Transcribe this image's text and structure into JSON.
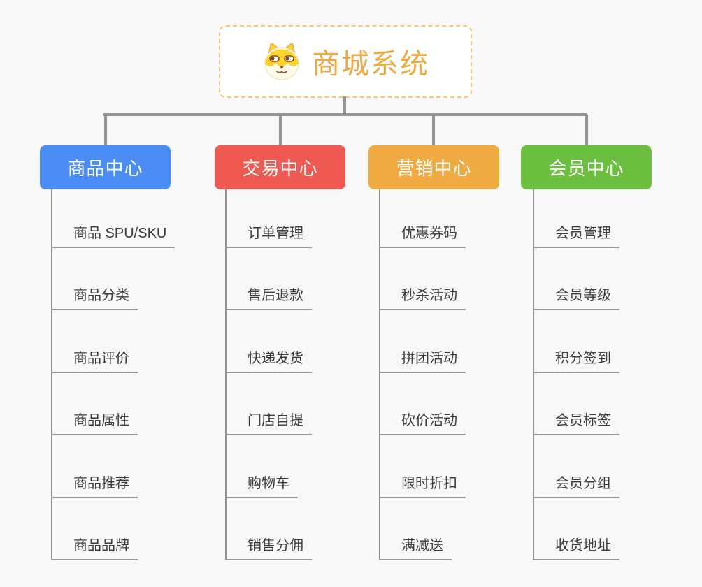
{
  "background": "#f8f8f8",
  "connector_color": "#949494",
  "root": {
    "title": "商城系统",
    "accent": "#f2a840",
    "border_color": "#f5c97a",
    "icon": "shiba-dog-icon"
  },
  "branches": [
    {
      "label": "商品中心",
      "color": "#4b8df4",
      "items": [
        "商品 SPU/SKU",
        "商品分类",
        "商品评价",
        "商品属性",
        "商品推荐",
        "商品品牌"
      ]
    },
    {
      "label": "交易中心",
      "color": "#ee5a52",
      "items": [
        "订单管理",
        "售后退款",
        "快递发货",
        "门店自提",
        "购物车",
        "销售分佣"
      ]
    },
    {
      "label": "营销中心",
      "color": "#efaa41",
      "items": [
        "优惠券码",
        "秒杀活动",
        "拼团活动",
        "砍价活动",
        "限时折扣",
        "满减送"
      ]
    },
    {
      "label": "会员中心",
      "color": "#6cbe41",
      "items": [
        "会员管理",
        "会员等级",
        "积分签到",
        "会员标签",
        "会员分组",
        "收货地址"
      ]
    }
  ]
}
